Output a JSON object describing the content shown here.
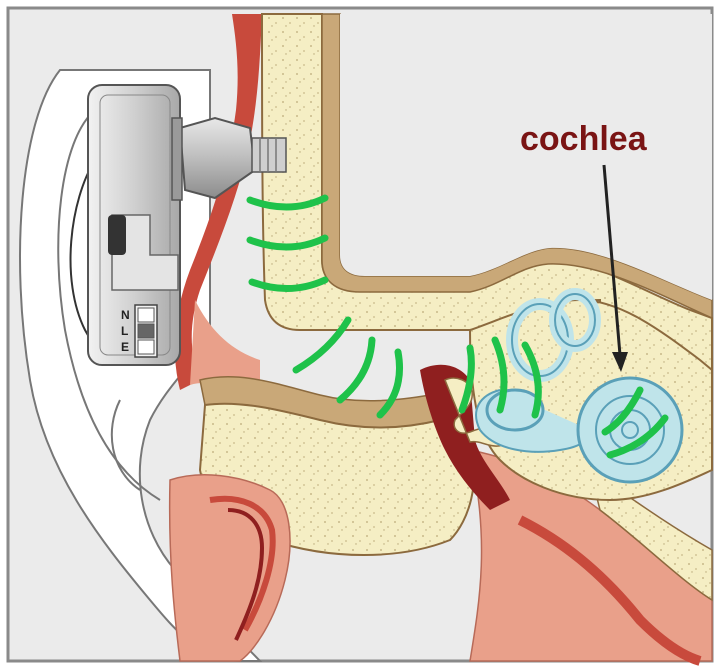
{
  "diagram": {
    "labels": {
      "cochlea": "cochlea"
    },
    "device": {
      "switch_letters": [
        "N",
        "L",
        "E"
      ]
    },
    "colors": {
      "label_color": "#7a1414",
      "sound_wave": "#1fc24a",
      "bone": "#f5eec4",
      "bone_dot": "#c9b98a",
      "flesh_dark": "#c84a3c",
      "flesh_light": "#e9a08a",
      "tan": "#c9a878",
      "cochlea_fill": "#bfe4ea",
      "cochlea_stroke": "#5aa0b8",
      "device_body": "#cfcfcf"
    }
  }
}
